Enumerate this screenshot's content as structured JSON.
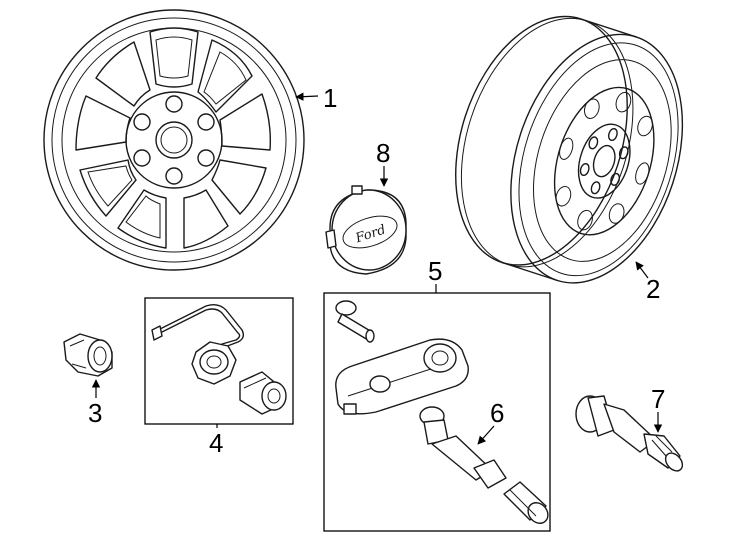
{
  "callouts": [
    {
      "id": "1",
      "label": "1"
    },
    {
      "id": "2",
      "label": "2"
    },
    {
      "id": "3",
      "label": "3"
    },
    {
      "id": "4",
      "label": "4"
    },
    {
      "id": "5",
      "label": "5"
    },
    {
      "id": "6",
      "label": "6"
    },
    {
      "id": "7",
      "label": "7"
    },
    {
      "id": "8",
      "label": "8"
    }
  ],
  "emblem_text": "Ford"
}
